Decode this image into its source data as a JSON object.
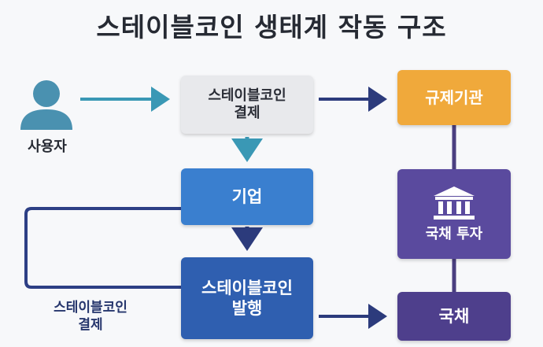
{
  "title": "스테이블코인 생태계 작동 구조",
  "user": {
    "label": "사용자",
    "icon": "user-icon"
  },
  "nodes": {
    "payment_top": {
      "lines": [
        "스테이블코인",
        "결제"
      ]
    },
    "company": {
      "label": "기업"
    },
    "issue": {
      "lines": [
        "스테이블코인",
        "발행"
      ]
    },
    "regulator": {
      "label": "규제기관"
    },
    "bond_invest": {
      "label": "국채 투자",
      "icon": "bank-building-icon"
    },
    "bond": {
      "label": "국채"
    }
  },
  "side_label": {
    "lines": [
      "스테이블코인",
      "결제"
    ]
  },
  "colors": {
    "arrow_teal": "#3a98b5",
    "arrow_navy": "#2c3b7c",
    "loop_navy": "#2d3f85",
    "connector_purple": "#4b3f80",
    "payment_box": "#e8e9ec",
    "company_box": "#3a7fcf",
    "issue_box": "#2f5fb0",
    "regulator_box": "#f0a93b",
    "bond_invest_box": "#5a4a9e",
    "bond_box": "#4e3f8c",
    "user_figure": "#4a91b0"
  }
}
